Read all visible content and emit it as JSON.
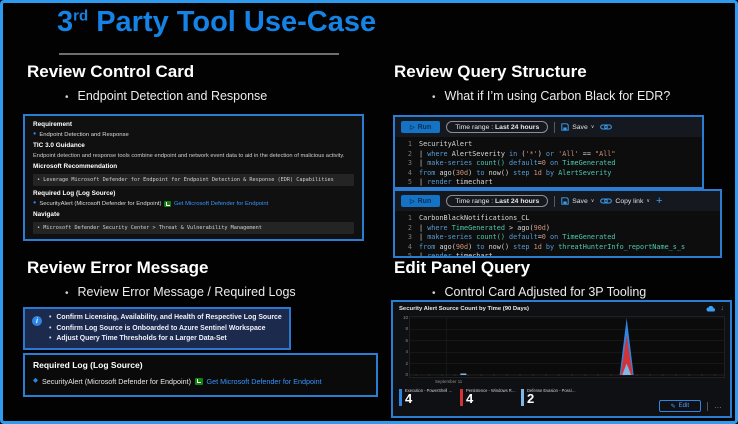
{
  "icons": {
    "bullet": "•",
    "dot": "●",
    "diamond": "◆",
    "run": "▷",
    "chevron": "∨",
    "plus": "+",
    "info": "i",
    "pencil": "✎",
    "ellipsis": "…",
    "download": "↓"
  },
  "colors": {
    "slide_border": "#2F9BEF",
    "title_blue": "#1583E6",
    "box_border_blue": "#2B7CD3",
    "link_blue": "#3794FF",
    "accent_blue": "#2E86E0",
    "get_badge_green": "#12810F",
    "info_box_bg": "#1C2A4E"
  },
  "slide": {
    "title": {
      "prefix": "3",
      "sup": "rd",
      "rest": " Party Tool Use-Case"
    }
  },
  "control_card": {
    "heading": "Review Control Card",
    "bullet": "Endpoint Detection and Response",
    "card": {
      "requirement_header": "Requirement",
      "requirement_item": "Endpoint Detection and Response",
      "tic_header": "TIC 3.0 Guidance",
      "tic_body": "Endpoint detection and response tools combine endpoint and network event data to aid in the detection of malicious activity.",
      "ms_rec_header": "Microsoft Recommendation",
      "ms_rec_code": "• Leverage Microsoft Defender for Endpoint for Endpoint Detection & Response (EDR) Capabilities",
      "required_log_header": "Required Log (Log Source)",
      "required_log_item": "SecurityAlert (Microsoft Defender for Endpoint)",
      "required_log_link": "Get Microsoft Defender for Endpoint",
      "navigate_header": "Navigate",
      "navigate_code": "• Microsoft Defender Security Center > Threat & Vulnerability Management"
    }
  },
  "query_structure": {
    "heading": "Review Query Structure",
    "bullet": "What if I’m using Carbon Black for EDR?",
    "toolbar": {
      "run": "Run",
      "time_range_label": "Time range :",
      "time_range_value": "Last 24 hours",
      "save": "Save",
      "copy_link": "Copy link"
    },
    "queries": [
      {
        "lines": [
          [
            [
              "SecurityAlert",
              "p"
            ]
          ],
          [
            [
              "| ",
              "p"
            ],
            [
              "where",
              "k"
            ],
            [
              " AlertSeverity ",
              "p"
            ],
            [
              "in",
              "k"
            ],
            [
              " (",
              "p"
            ],
            [
              "'*'",
              "s"
            ],
            [
              ") ",
              "p"
            ],
            [
              "or",
              "k"
            ],
            [
              " ",
              "p"
            ],
            [
              "'All'",
              "s"
            ],
            [
              " == ",
              "p"
            ],
            [
              "\"All\"",
              "s"
            ]
          ],
          [
            [
              "| ",
              "p"
            ],
            [
              "make-series",
              "k"
            ],
            [
              " ",
              "p"
            ],
            [
              "count()",
              "t"
            ],
            [
              " ",
              "p"
            ],
            [
              "default",
              "k"
            ],
            [
              "=",
              "p"
            ],
            [
              "0",
              "n"
            ],
            [
              " ",
              "p"
            ],
            [
              "on",
              "k"
            ],
            [
              " ",
              "p"
            ],
            [
              "TimeGenerated",
              "t"
            ]
          ],
          [
            [
              "from",
              "k"
            ],
            [
              " ago(",
              "p"
            ],
            [
              "30d",
              "n"
            ],
            [
              ") ",
              "p"
            ],
            [
              "to",
              "k"
            ],
            [
              " now() ",
              "p"
            ],
            [
              "step",
              "k"
            ],
            [
              " ",
              "p"
            ],
            [
              "1d",
              "n"
            ],
            [
              " ",
              "p"
            ],
            [
              "by",
              "k"
            ],
            [
              " ",
              "p"
            ],
            [
              "AlertSeverity",
              "t"
            ]
          ],
          [
            [
              "| ",
              "p"
            ],
            [
              "render",
              "k"
            ],
            [
              " timechart",
              "p"
            ]
          ]
        ]
      },
      {
        "lines": [
          [
            [
              "CarbonBlackNotifications_CL",
              "p"
            ]
          ],
          [
            [
              "| ",
              "p"
            ],
            [
              "where",
              "k"
            ],
            [
              " ",
              "p"
            ],
            [
              "TimeGenerated",
              "t"
            ],
            [
              " > ago(",
              "p"
            ],
            [
              "90d",
              "n"
            ],
            [
              ")",
              "p"
            ]
          ],
          [
            [
              "| ",
              "p"
            ],
            [
              "make-series",
              "k"
            ],
            [
              " ",
              "p"
            ],
            [
              "count()",
              "t"
            ],
            [
              " ",
              "p"
            ],
            [
              "default",
              "k"
            ],
            [
              "=",
              "p"
            ],
            [
              "0",
              "n"
            ],
            [
              " ",
              "p"
            ],
            [
              "on",
              "k"
            ],
            [
              " ",
              "p"
            ],
            [
              "TimeGenerated",
              "t"
            ]
          ],
          [
            [
              "from",
              "k"
            ],
            [
              " ago(",
              "p"
            ],
            [
              "90d",
              "n"
            ],
            [
              ") ",
              "p"
            ],
            [
              "to",
              "k"
            ],
            [
              " now() ",
              "p"
            ],
            [
              "step",
              "k"
            ],
            [
              " ",
              "p"
            ],
            [
              "1d",
              "n"
            ],
            [
              " ",
              "p"
            ],
            [
              "by",
              "k"
            ],
            [
              " ",
              "p"
            ],
            [
              "threatHunterInfo_reportName_s_s",
              "t"
            ]
          ],
          [
            [
              "| ",
              "p"
            ],
            [
              "render",
              "k"
            ],
            [
              " timechart",
              "p"
            ]
          ]
        ]
      }
    ]
  },
  "error_message": {
    "heading": "Review Error Message",
    "bullet": "Review Error Message / Required Logs",
    "info_bullets": [
      "Confirm Licensing, Availability, and Health of Respective Log Source",
      "Confirm Log Source is Onboarded to Azure Sentinel Workspace",
      "Adjust Query Time Thresholds for a Larger Data-Set"
    ],
    "required_log": {
      "header": "Required Log (Log Source)",
      "item": "SecurityAlert (Microsoft Defender for Endpoint)",
      "link": "Get Microsoft Defender for Endpoint"
    }
  },
  "panel_query": {
    "heading": "Edit Panel Query",
    "bullet": "Control Card Adjusted for 3P Tooling",
    "edit_button": "Edit"
  },
  "chart_data": {
    "type": "area",
    "title": "Security Alert Source Count by Time (90 Days)",
    "xlabel": "",
    "ylabel": "",
    "x_tick_labels": [
      "September 11"
    ],
    "y_ticks": [
      10,
      8,
      6,
      4,
      2,
      0
    ],
    "ylim": [
      0,
      10
    ],
    "grid": true,
    "legend_position": "bottom",
    "spike_x_fraction": 0.69,
    "blip_x_fraction": 0.17,
    "series": [
      {
        "name": "Execution - PowerShell Co...",
        "color": "#2E86E0",
        "count": "4",
        "peak": 10
      },
      {
        "name": "Persistence - Windows Re...",
        "color": "#D13438",
        "count": "4",
        "peak": 7
      },
      {
        "name": "Defense Evasion - Possible...",
        "color": "#7FB8E8",
        "count": "2",
        "peak": 2
      }
    ]
  }
}
